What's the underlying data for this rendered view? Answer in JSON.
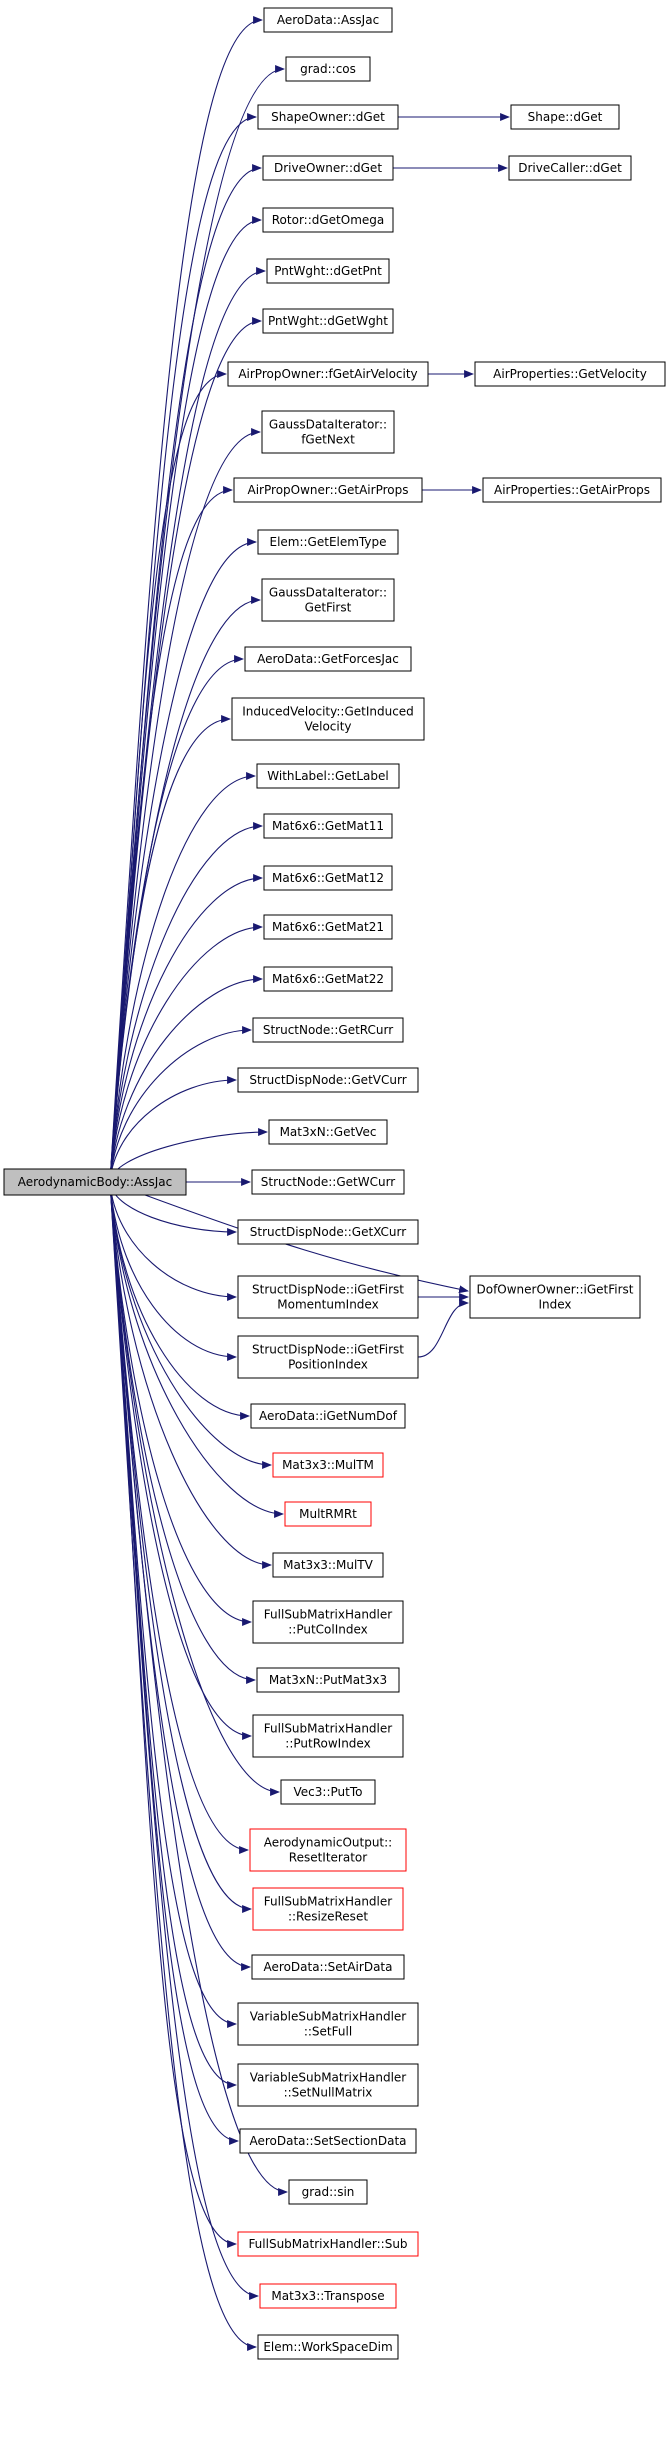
{
  "diagram": {
    "title": "",
    "root": {
      "id": "root",
      "lines": [
        "AerodynamicBody::AssJac"
      ]
    },
    "callees": [
      {
        "id": "n1",
        "lines": [
          "AeroData::AssJac"
        ],
        "red": false
      },
      {
        "id": "n2",
        "lines": [
          "grad::cos"
        ],
        "red": false
      },
      {
        "id": "n3",
        "lines": [
          "ShapeOwner::dGet"
        ],
        "red": false
      },
      {
        "id": "n4",
        "lines": [
          "DriveOwner::dGet"
        ],
        "red": false
      },
      {
        "id": "n5",
        "lines": [
          "Rotor::dGetOmega"
        ],
        "red": false
      },
      {
        "id": "n6",
        "lines": [
          "PntWght::dGetPnt"
        ],
        "red": false
      },
      {
        "id": "n7",
        "lines": [
          "PntWght::dGetWght"
        ],
        "red": false
      },
      {
        "id": "n8",
        "lines": [
          "AirPropOwner::fGetAirVelocity"
        ],
        "red": false
      },
      {
        "id": "n9",
        "lines": [
          "GaussDataIterator::",
          "fGetNext"
        ],
        "red": false
      },
      {
        "id": "n10",
        "lines": [
          "AirPropOwner::GetAirProps"
        ],
        "red": false
      },
      {
        "id": "n11",
        "lines": [
          "Elem::GetElemType"
        ],
        "red": false
      },
      {
        "id": "n12",
        "lines": [
          "GaussDataIterator::",
          "GetFirst"
        ],
        "red": false
      },
      {
        "id": "n13",
        "lines": [
          "AeroData::GetForcesJac"
        ],
        "red": false
      },
      {
        "id": "n14",
        "lines": [
          "InducedVelocity::GetInduced",
          "Velocity"
        ],
        "red": false
      },
      {
        "id": "n15",
        "lines": [
          "WithLabel::GetLabel"
        ],
        "red": false
      },
      {
        "id": "n16",
        "lines": [
          "Mat6x6::GetMat11"
        ],
        "red": false
      },
      {
        "id": "n17",
        "lines": [
          "Mat6x6::GetMat12"
        ],
        "red": false
      },
      {
        "id": "n18",
        "lines": [
          "Mat6x6::GetMat21"
        ],
        "red": false
      },
      {
        "id": "n19",
        "lines": [
          "Mat6x6::GetMat22"
        ],
        "red": false
      },
      {
        "id": "n20",
        "lines": [
          "StructNode::GetRCurr"
        ],
        "red": false
      },
      {
        "id": "n21",
        "lines": [
          "StructDispNode::GetVCurr"
        ],
        "red": false
      },
      {
        "id": "n22",
        "lines": [
          "Mat3xN::GetVec"
        ],
        "red": false
      },
      {
        "id": "n23",
        "lines": [
          "StructNode::GetWCurr"
        ],
        "red": false
      },
      {
        "id": "n24",
        "lines": [
          "StructDispNode::GetXCurr"
        ],
        "red": false
      },
      {
        "id": "n25",
        "lines": [
          "StructDispNode::iGetFirst",
          "MomentumIndex"
        ],
        "red": false
      },
      {
        "id": "n26",
        "lines": [
          "StructDispNode::iGetFirst",
          "PositionIndex"
        ],
        "red": false
      },
      {
        "id": "n27",
        "lines": [
          "AeroData::iGetNumDof"
        ],
        "red": false
      },
      {
        "id": "n28",
        "lines": [
          "Mat3x3::MulTM"
        ],
        "red": true
      },
      {
        "id": "n29",
        "lines": [
          "MultRMRt"
        ],
        "red": true
      },
      {
        "id": "n30",
        "lines": [
          "Mat3x3::MulTV"
        ],
        "red": false
      },
      {
        "id": "n31",
        "lines": [
          "FullSubMatrixHandler",
          "::PutColIndex"
        ],
        "red": false
      },
      {
        "id": "n32",
        "lines": [
          "Mat3xN::PutMat3x3"
        ],
        "red": false
      },
      {
        "id": "n33",
        "lines": [
          "FullSubMatrixHandler",
          "::PutRowIndex"
        ],
        "red": false
      },
      {
        "id": "n34",
        "lines": [
          "Vec3::PutTo"
        ],
        "red": false
      },
      {
        "id": "n35",
        "lines": [
          "AerodynamicOutput::",
          "ResetIterator"
        ],
        "red": true
      },
      {
        "id": "n36",
        "lines": [
          "FullSubMatrixHandler",
          "::ResizeReset"
        ],
        "red": true
      },
      {
        "id": "n37",
        "lines": [
          "AeroData::SetAirData"
        ],
        "red": false
      },
      {
        "id": "n38",
        "lines": [
          "VariableSubMatrixHandler",
          "::SetFull"
        ],
        "red": false
      },
      {
        "id": "n39",
        "lines": [
          "VariableSubMatrixHandler",
          "::SetNullMatrix"
        ],
        "red": false
      },
      {
        "id": "n40",
        "lines": [
          "AeroData::SetSectionData"
        ],
        "red": false
      },
      {
        "id": "n41",
        "lines": [
          "grad::sin"
        ],
        "red": false
      },
      {
        "id": "n42",
        "lines": [
          "FullSubMatrixHandler::Sub"
        ],
        "red": true
      },
      {
        "id": "n43",
        "lines": [
          "Mat3x3::Transpose"
        ],
        "red": true
      },
      {
        "id": "n44",
        "lines": [
          "Elem::WorkSpaceDim"
        ],
        "red": false
      }
    ],
    "secondary": [
      {
        "id": "s1",
        "lines": [
          "Shape::dGet"
        ],
        "red": false
      },
      {
        "id": "s2",
        "lines": [
          "DriveCaller::dGet"
        ],
        "red": false
      },
      {
        "id": "s3",
        "lines": [
          "AirProperties::GetVelocity"
        ],
        "red": false
      },
      {
        "id": "s4",
        "lines": [
          "AirProperties::GetAirProps"
        ],
        "red": false
      },
      {
        "id": "s5",
        "lines": [
          "DofOwnerOwner::iGetFirst",
          "Index"
        ],
        "red": false
      }
    ],
    "edges": [
      [
        "n3",
        "s1"
      ],
      [
        "n4",
        "s2"
      ],
      [
        "n8",
        "s3"
      ],
      [
        "n10",
        "s4"
      ],
      [
        "root",
        "s5"
      ],
      [
        "n25",
        "s5"
      ],
      [
        "n26",
        "s5"
      ]
    ],
    "colors": {
      "edge": "#191970",
      "root_fill": "#bfbfbf",
      "node_border": "#000000",
      "red_border": "#ff0000",
      "text": "#000000"
    }
  }
}
